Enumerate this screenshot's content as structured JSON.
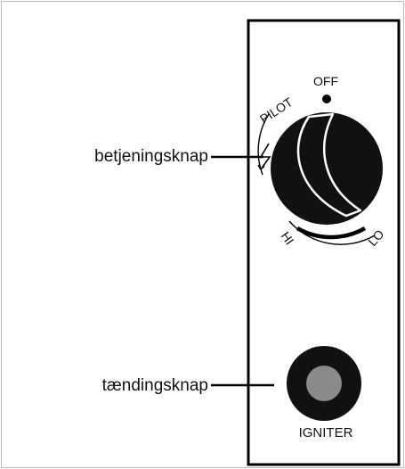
{
  "labels": {
    "control_knob": "betjeningsknap",
    "igniter_knob": "tændingsknap"
  },
  "dial": {
    "off": "OFF",
    "pilot": "PILOT",
    "hi": "HI",
    "lo": "LO",
    "ignition_symbol": "spark-icon"
  },
  "igniter": {
    "label": "IGNITER"
  },
  "colors": {
    "knob": "#111111",
    "igniter_center": "#8a8a8a",
    "line": "#000000",
    "frame": "#bbbbbb"
  }
}
